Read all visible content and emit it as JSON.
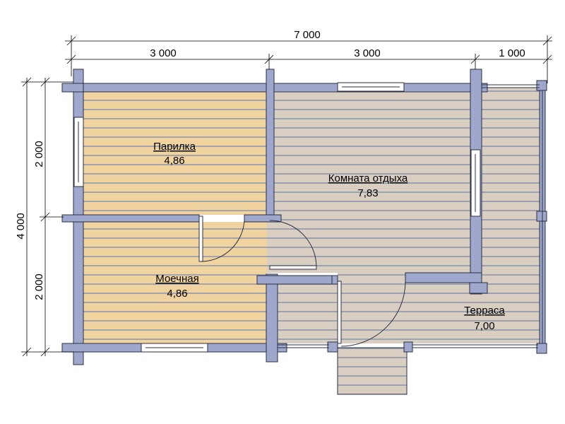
{
  "dimensions": {
    "total_width": "7 000",
    "segment_1": "3 000",
    "segment_2": "3 000",
    "segment_3": "1 000",
    "total_height": "4 000",
    "upper_height": "2 000",
    "lower_height": "2 000"
  },
  "rooms": {
    "steam_room": {
      "name": "Парилка",
      "area": "4,86"
    },
    "washroom": {
      "name": "Моечная",
      "area": "4,86"
    },
    "rest_room": {
      "name": "Комната отдыха",
      "area": "7,83"
    },
    "terrace": {
      "name": "Терраса",
      "area": "7,00"
    }
  },
  "colors": {
    "wall": "#9fa8cc",
    "wall_stroke": "#2a2f45",
    "floor_wood": "#f1d39f",
    "floor_grey": "#d8cfc4",
    "plank_line": "#7f8aa3",
    "line": "#000000"
  }
}
